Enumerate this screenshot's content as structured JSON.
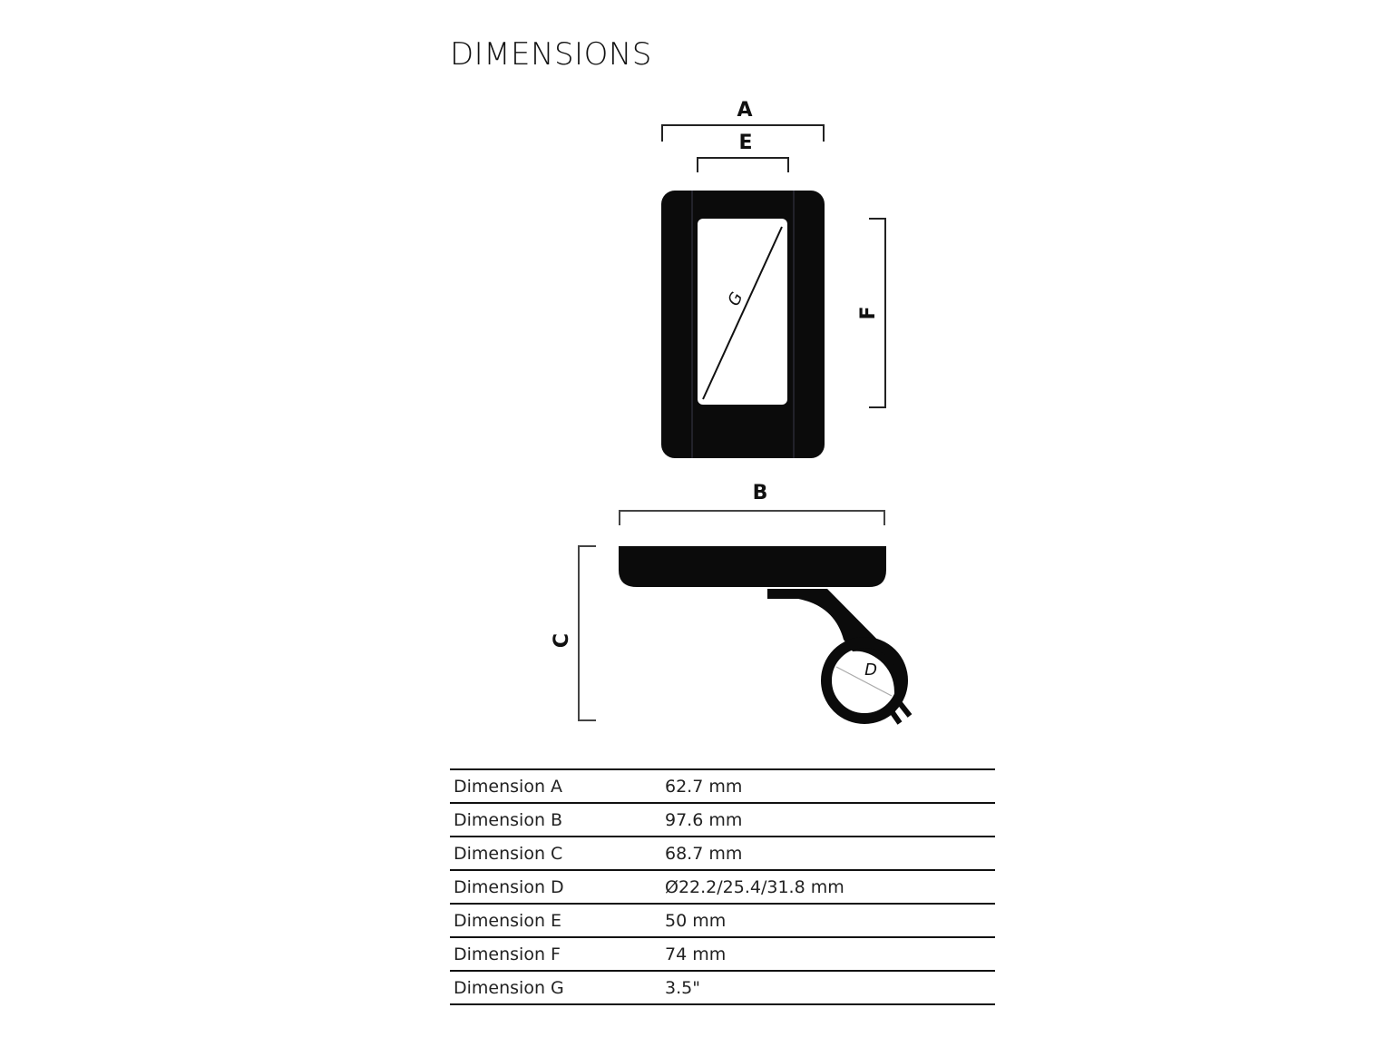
{
  "title": "DIMENSIONS",
  "diagram": {
    "labels": {
      "a": "A",
      "b": "B",
      "c": "C",
      "d": "D",
      "e": "E",
      "f": "F",
      "g": "G"
    }
  },
  "table": {
    "rows": [
      {
        "label": "Dimension A",
        "value": "62.7 mm"
      },
      {
        "label": "Dimension B",
        "value": "97.6 mm"
      },
      {
        "label": "Dimension C",
        "value": "68.7 mm"
      },
      {
        "label": "Dimension D",
        "value": "Ø22.2/25.4/31.8 mm"
      },
      {
        "label": "Dimension E",
        "value": "50 mm"
      },
      {
        "label": "Dimension F",
        "value": "74 mm"
      },
      {
        "label": "Dimension G",
        "value": "3.5\""
      }
    ]
  }
}
